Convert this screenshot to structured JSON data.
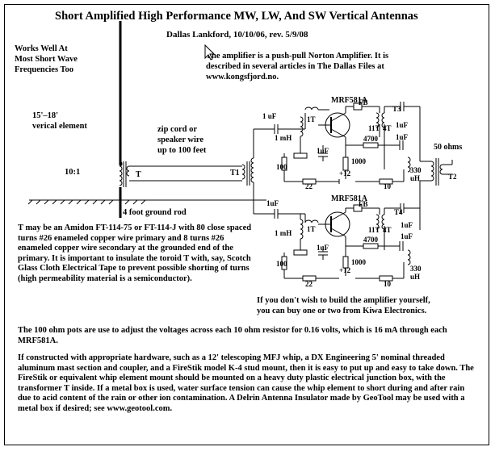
{
  "title": "Short Amplified High Performance MW, LW, And SW Vertical Antennas",
  "author": "Dallas Lankford, 10/10/06, rev. 5/9/08",
  "works_well": [
    "Works Well At",
    "Most Short Wave",
    "Frequencies Too"
  ],
  "element_label": [
    "15'–18'",
    "verical element"
  ],
  "amp_note": [
    "The amplifier is a push-pull Norton Amplifier.  It is",
    "described in several articles in The Dallas Files at",
    "www.kongsfjord.no."
  ],
  "zip_cord": [
    "zip cord or",
    "speaker wire",
    "up to 100 feet"
  ],
  "ratio_label": "10:1",
  "t_label": "T",
  "ground_rod": "4 foot ground rod",
  "t1_label": "T1",
  "t2_label": "T2",
  "t3_label": "T3",
  "t4_label": "T4",
  "ohms_label": "50 ohms",
  "transistor": "MRF581A",
  "fb": "FB",
  "parts": {
    "c1uF": "1 uF",
    "c1uF_b": "1uF",
    "mH": "1 mH",
    "t1t": "1T",
    "t11t": "11T",
    "t4t": "4T",
    "r4700": "4700",
    "r1000": "1000",
    "r100": "100",
    "r22": "22",
    "r10": "10",
    "plus12": "+12",
    "u330": "330",
    "uH": "uH"
  },
  "toroid_para": "T may be an Amidon FT-114-75 or FT-114-J with 80 close spaced turns #26 enameled copper wire primary and 8 turns #26 enameled copper wire secondary at the grounded end of the primary.  It is important to insulate the toroid T with, say, Scotch Glass Cloth Electrical Tape to prevent possible shorting of turns (high permeability material is a semiconductor).",
  "kiwa_para": [
    "If you don't wish to build the amplifier yourself,",
    "you can buy one or two from Kiwa Electronics."
  ],
  "pots_para": "The 100 ohm pots are use to adjust the voltages across each 10 ohm resistor for 0.16 volts, which is 16 mA through each MRF581A.",
  "hardware_para": "If constructed with appropriate hardware, such as a 12' telescoping MFJ whip, a DX Engineering 5' nominal threaded aluminum mast section and coupler, and a FireStik model K-4 stud mount, then it is easy to put up and easy to take down.  The FireStik or equivalent whip element mount should be mounted on a heavy duty plastic electrical junction box, with the transformer T inside. If a metal box is used, water surface tension can cause the whip element to short during and after rain due to acid content of the rain or other ion contamination.  A Delrin Antenna Insulator made by GeoTool may be used with a metal box if desired; see www.geotool.com."
}
